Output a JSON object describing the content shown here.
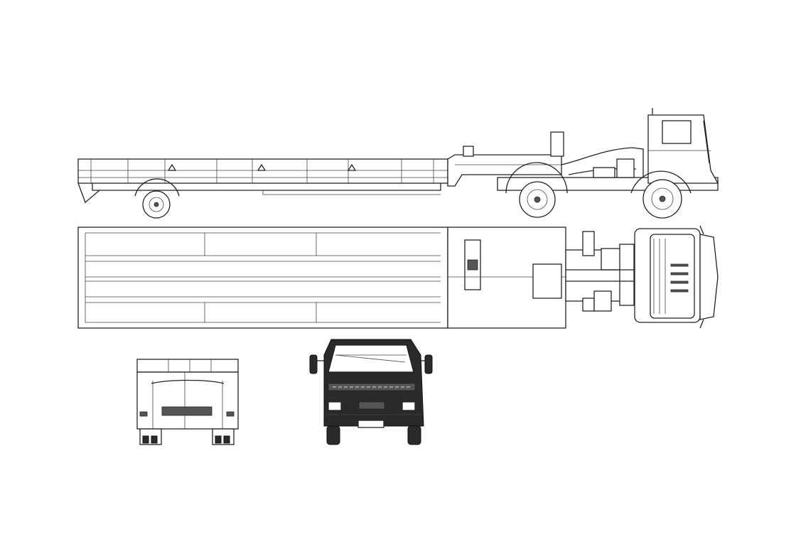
{
  "drawing": {
    "views": [
      {
        "id": "side",
        "kind": "side-elevation"
      },
      {
        "id": "top",
        "kind": "plan"
      },
      {
        "id": "rear",
        "kind": "rear-elevation"
      },
      {
        "id": "front",
        "kind": "front-elevation"
      }
    ],
    "line_color": "#222222",
    "background": "#ffffff"
  }
}
